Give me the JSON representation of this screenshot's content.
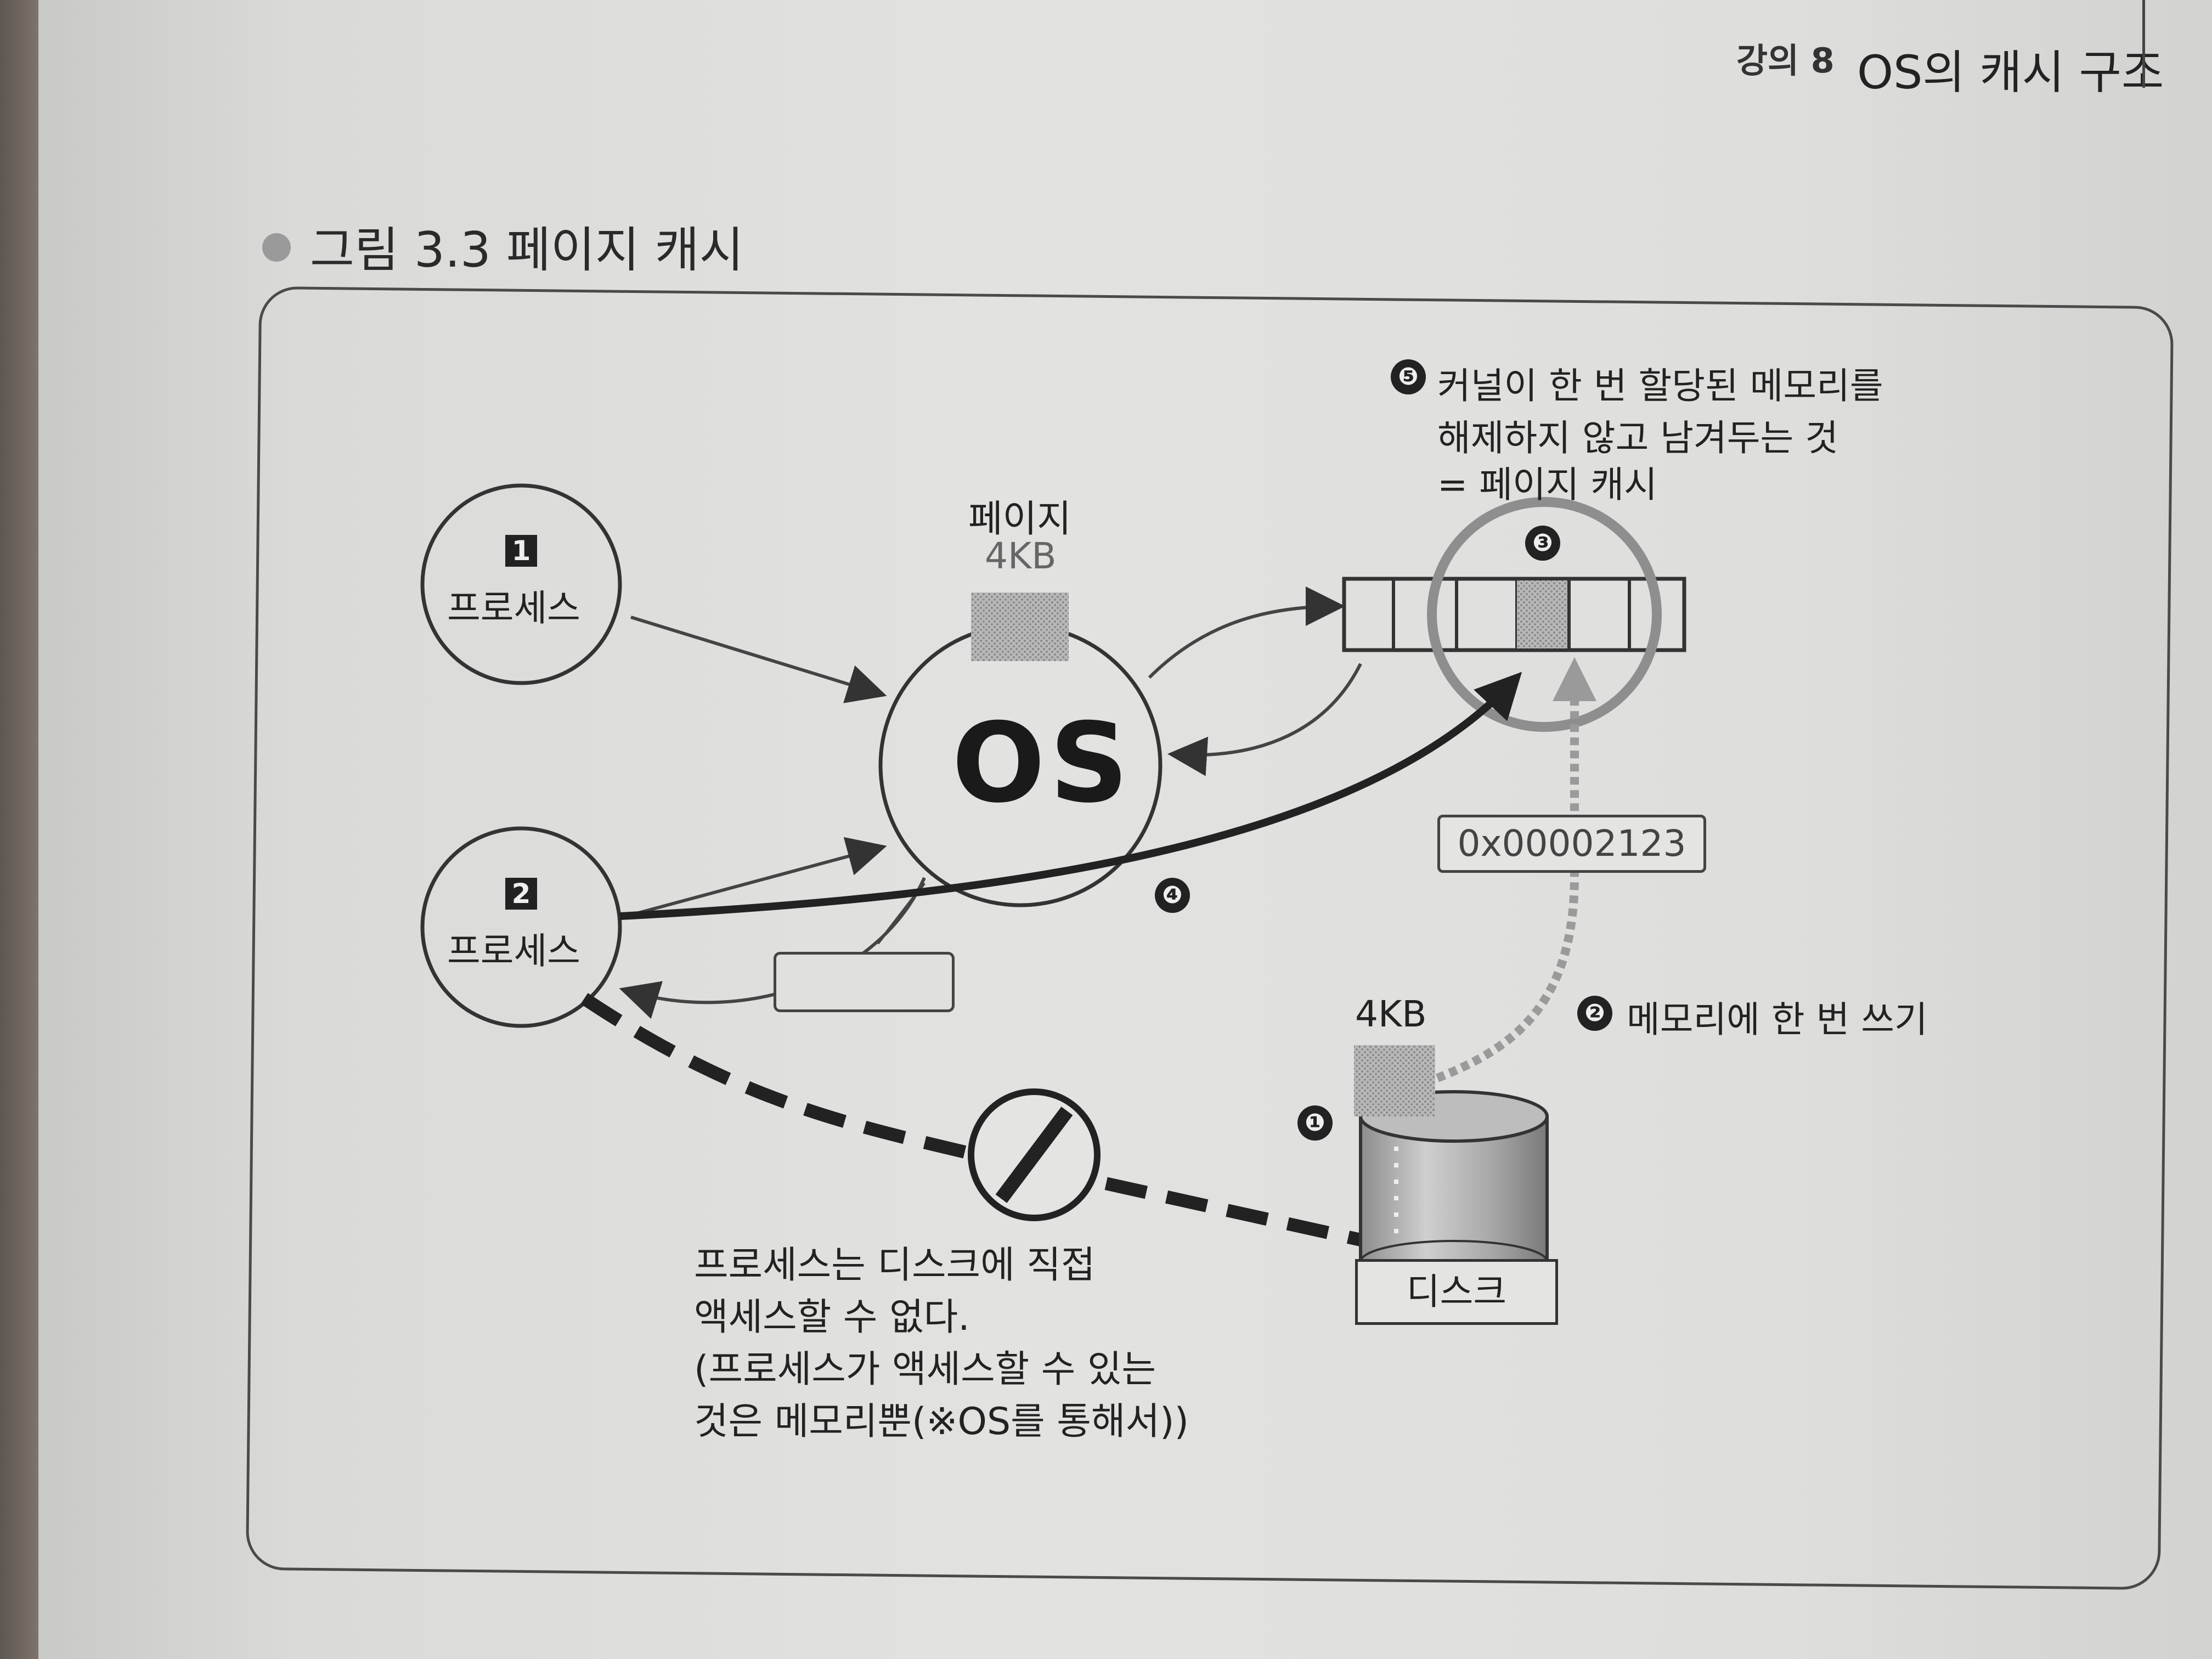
{
  "header": {
    "lecture": "강의 8",
    "title": "OS의 캐시 구조"
  },
  "figure": {
    "caption": "그림 3.3  페이지 캐시",
    "process1": {
      "num": "1",
      "label": "프로세스"
    },
    "process2": {
      "num": "2",
      "label": "프로세스"
    },
    "os_label": "OS",
    "page_label": "페이지",
    "page_size": "4KB",
    "disk_block_size": "4KB",
    "disk_label": "디스크",
    "address": "0x00002123",
    "step1": "❶",
    "step2": "❷",
    "step2_text": "메모리에 한 번 쓰기",
    "step3": "❸",
    "step4": "❹",
    "step5": "❺",
    "note5_line1": "커널이 한 번 할당된 메모리를",
    "note5_line2": "해제하지 않고 남겨두는 것",
    "note5_line3": "= 페이지 캐시",
    "note_line1": "프로세스는 디스크에 직접",
    "note_line2": "액세스할 수 없다.",
    "note_line3": "(프로세스가 액세스할 수 있는",
    "note_line4": "것은 메모리뿐(※OS를 통해서))"
  }
}
